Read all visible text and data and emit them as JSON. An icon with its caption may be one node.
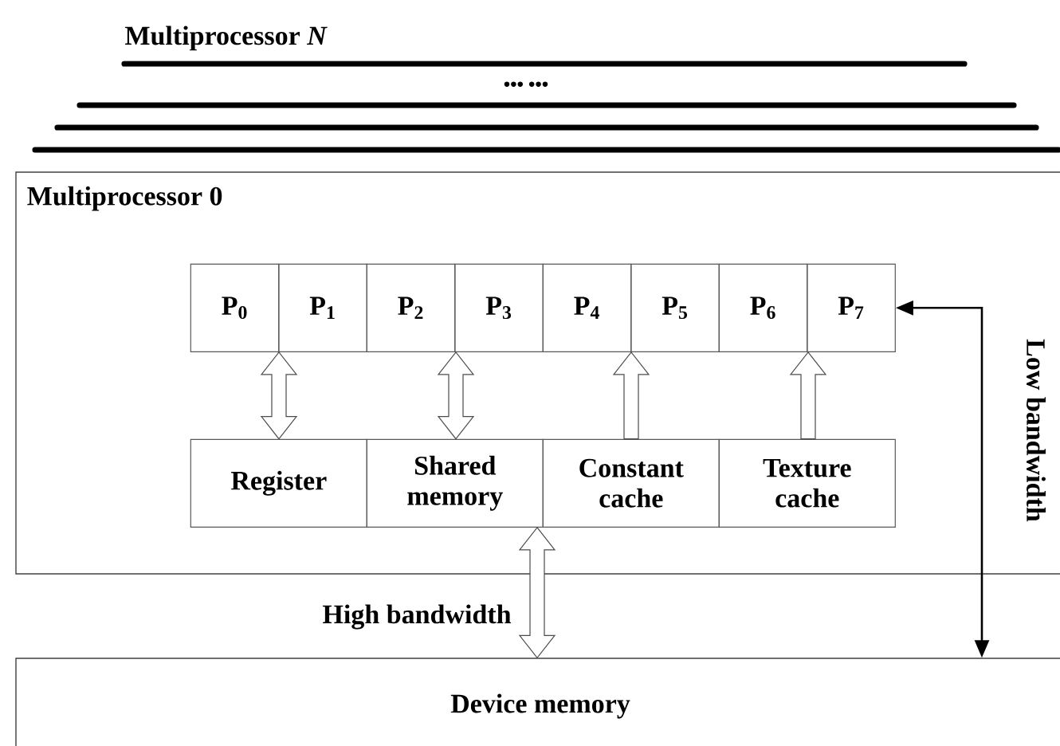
{
  "diagram": {
    "nodes": [
      {
        "text": [
          "Multiprocessor 0"
        ]
      },
      {
        "text": [
          "P$_{0}$"
        ],
        "in": 0
      },
      {
        "text": [
          "P$_{1}$"
        ],
        "in": 0
      },
      {
        "text": [
          "P$_{2}$"
        ],
        "in": 0
      },
      {
        "text": [
          "P$_{3}$"
        ],
        "in": 0
      },
      {
        "text": [
          "P$_{4}$"
        ],
        "in": 0
      },
      {
        "text": [
          "P$_{5}$"
        ],
        "in": 0
      },
      {
        "text": [
          "P$_{6}$"
        ],
        "in": 0
      },
      {
        "text": [
          "P$_{7}$"
        ],
        "in": 0
      },
      {
        "text": [
          "Register"
        ],
        "in": 0
      },
      {
        "text": [
          "Shared memory"
        ],
        "in": 0
      },
      {
        "text": [
          "Constant cache"
        ],
        "in": 0
      },
      {
        "text": [
          "Texture cache"
        ],
        "in": 0
      },
      {
        "text": [
          "Device memory"
        ]
      }
    ],
    "edges": [
      {
        "from": 9,
        "to": 1,
        "arrow": "both"
      },
      {
        "from": 10,
        "to": 3,
        "arrow": "both"
      },
      {
        "from": 11,
        "to": 5,
        "arrow": "to"
      },
      {
        "from": 12,
        "to": 7,
        "arrow": "to"
      },
      {
        "from": 10,
        "to": 13,
        "arrow": "both",
        "label": "High bandwidth"
      },
      {
        "from": 8,
        "to": 13,
        "arrow": "both",
        "label": "Low bandwidth"
      }
    ],
    "labels": [
      "Multiprocessor *N*",
      "••• •••"
    ]
  }
}
